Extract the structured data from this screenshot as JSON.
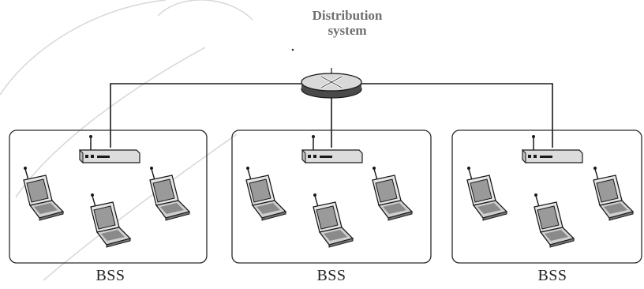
{
  "distribution_system": {
    "line1": "Distribution",
    "line2": "system"
  },
  "bss_groups": [
    {
      "label": "BSS"
    },
    {
      "label": "BSS"
    },
    {
      "label": "BSS"
    }
  ],
  "colors": {
    "line": "#1a1a1a",
    "box_border": "#2a2a2a",
    "watermark": "#8e8e8e",
    "device_fill": "#dcdcdc",
    "label_gray": "#6f6f6f"
  }
}
